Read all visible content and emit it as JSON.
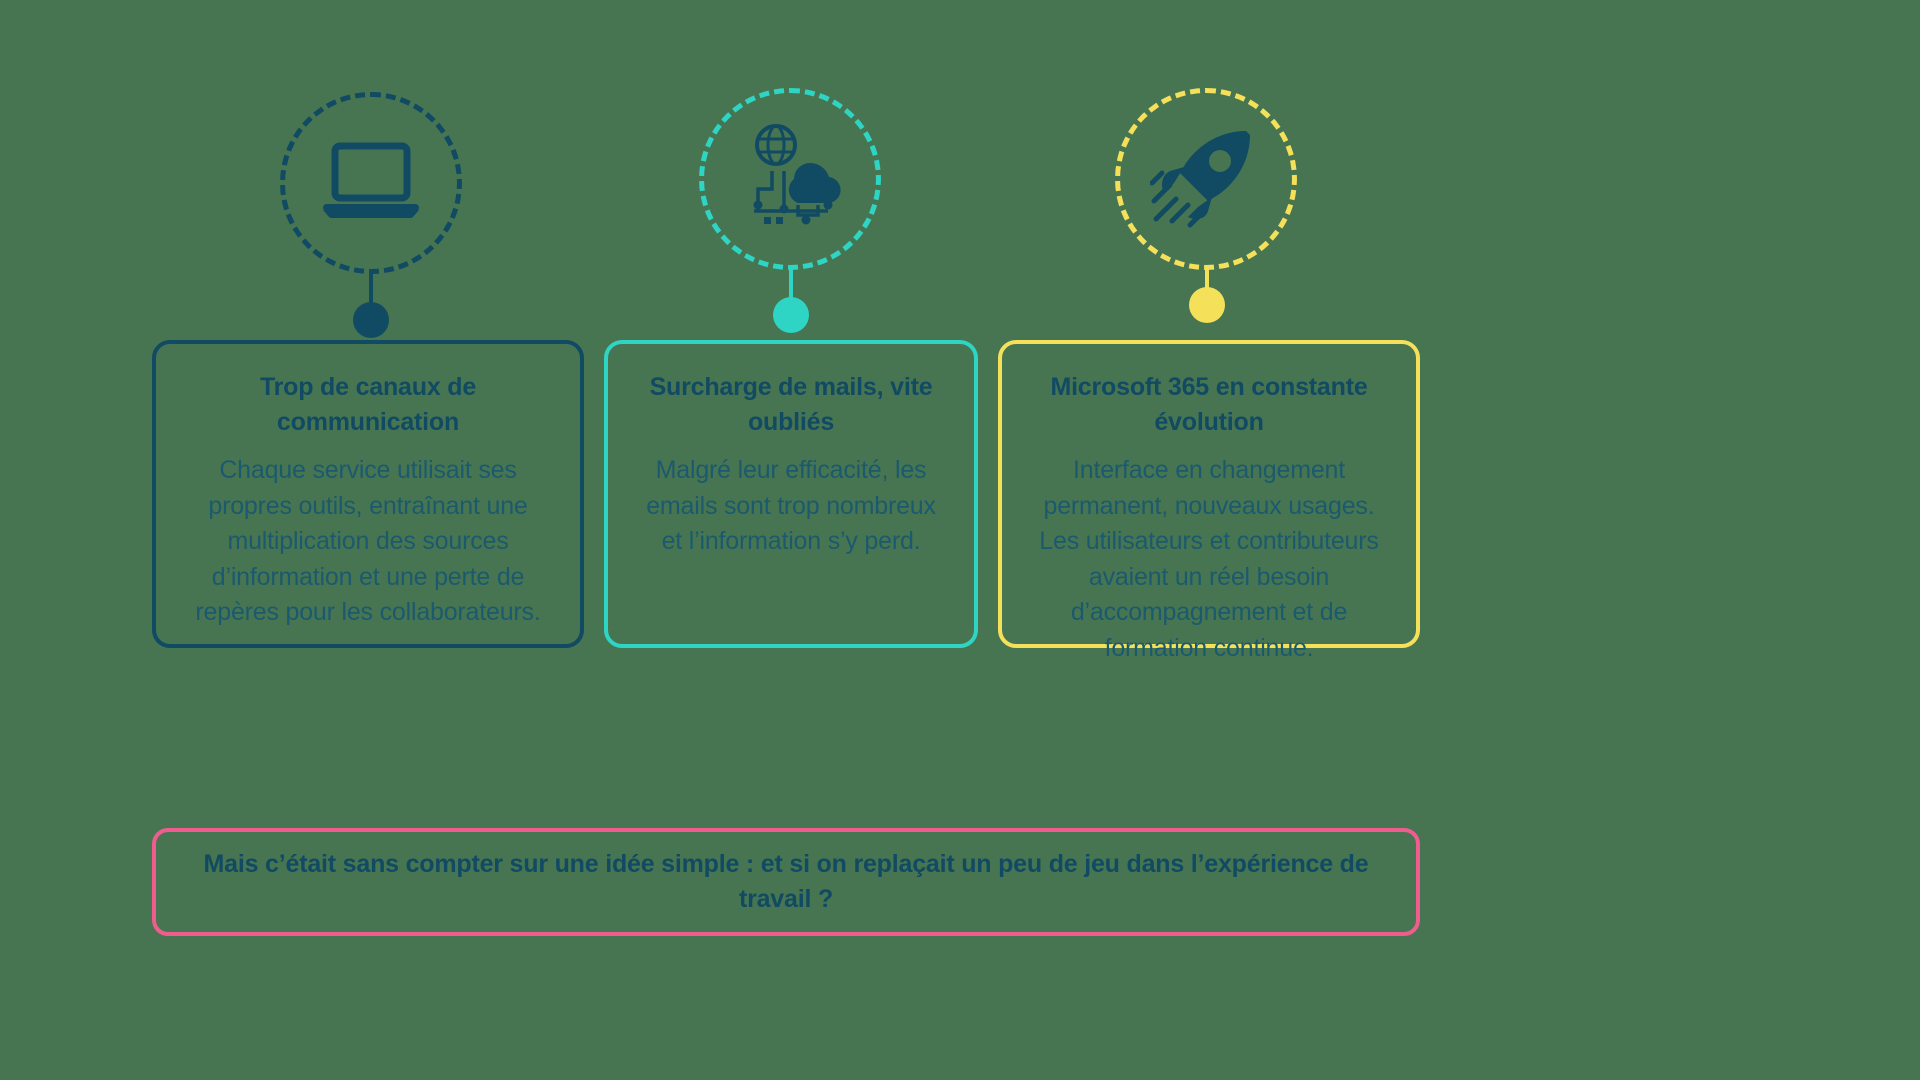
{
  "theme": {
    "background": "#477552",
    "navy": "#114a63",
    "teal": "#2fd5c4",
    "yellow": "#f5e05a",
    "pink": "#ef5d8f",
    "body_text": "#1b5a6e"
  },
  "badges": [
    {
      "icon": "laptop-icon",
      "color": "#114a63"
    },
    {
      "icon": "cloud-network-icon",
      "color": "#2fd5c4"
    },
    {
      "icon": "rocket-icon",
      "color": "#f5e05a"
    }
  ],
  "cards": [
    {
      "title": "Trop de canaux de communication",
      "body": "Chaque service utilisait ses propres outils, entraînant une multiplication des sources d’information et une perte de repères pour les collaborateurs.",
      "accent": "#114a63"
    },
    {
      "title": "Surcharge de mails, vite oubliés",
      "body": "Malgré leur efficacité, les emails sont trop nombreux et l’information s’y perd.",
      "accent": "#2fd5c4"
    },
    {
      "title": "Microsoft 365 en constante évolution",
      "body": "Interface en changement permanent, nouveaux usages. Les utilisateurs et contributeurs avaient un réel besoin d’accompagnement et de formation continue.",
      "accent": "#f5e05a"
    }
  ],
  "banner": {
    "text": "Mais c’était sans compter sur une idée simple : et si on replaçait un peu de jeu dans l’expérience de travail ?",
    "accent": "#ef5d8f"
  }
}
